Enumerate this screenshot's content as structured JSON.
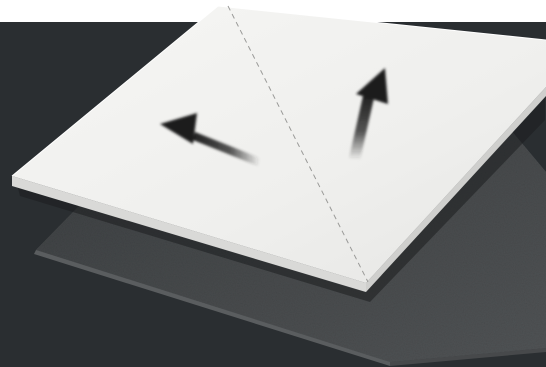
{
  "scene": {
    "description_items": [
      {
        "name": "background-panel",
        "color": "#2a2e31"
      },
      {
        "name": "foam-pad",
        "color": "#4a4d4f"
      },
      {
        "name": "white-board",
        "color": "#f1f1ef"
      }
    ],
    "arrows": [
      {
        "name": "left-arrow-icon",
        "direction": "left"
      },
      {
        "name": "up-arrow-icon",
        "direction": "up-right"
      }
    ],
    "fold_line": "dashed"
  }
}
